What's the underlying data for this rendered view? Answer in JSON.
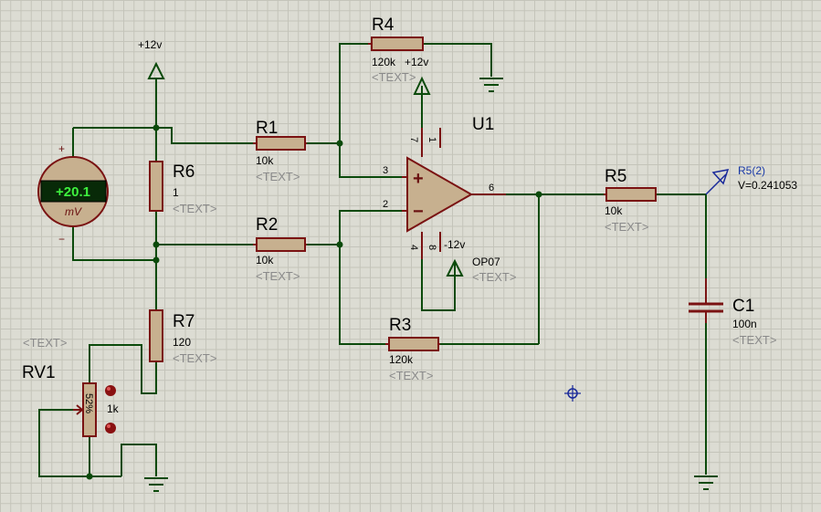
{
  "placeholder": "<TEXT>",
  "rails": {
    "vcc_top": "+12v",
    "vcc_op": "+12v",
    "vee_op": "-12v"
  },
  "r1": {
    "ref": "R1",
    "value": "10k"
  },
  "r2": {
    "ref": "R2",
    "value": "10k"
  },
  "r3": {
    "ref": "R3",
    "value": "120k"
  },
  "r4": {
    "ref": "R4",
    "value": "120k"
  },
  "r5": {
    "ref": "R5",
    "value": "10k"
  },
  "r6": {
    "ref": "R6",
    "value": "1"
  },
  "r7": {
    "ref": "R7",
    "value": "120"
  },
  "c1": {
    "ref": "C1",
    "value": "100n"
  },
  "rv1": {
    "ref": "RV1",
    "value": "1k",
    "percent": "52%"
  },
  "u1": {
    "ref": "U1",
    "part": "OP07",
    "pins": {
      "p1": "1",
      "p2": "2",
      "p3": "3",
      "p4": "4",
      "p6": "6",
      "p7": "7",
      "p8": "8"
    },
    "plus": "+",
    "minus": "−"
  },
  "meter": {
    "reading": "+20.1",
    "unit": "mV",
    "plus": "+",
    "minus": "−"
  },
  "probe": {
    "name": "R5(2)",
    "reading": "V=0.241053"
  }
}
